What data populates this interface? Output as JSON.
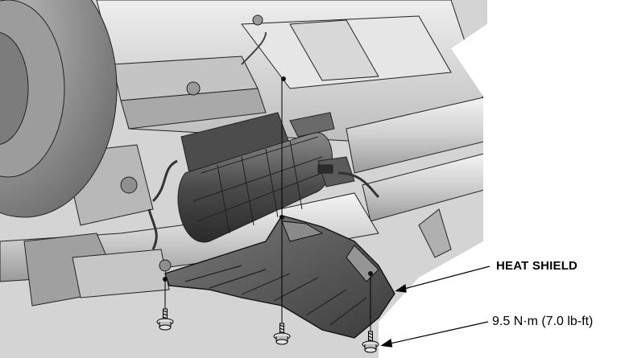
{
  "figure": {
    "callouts": {
      "heat_shield": "HEAT SHIELD",
      "torque": "9.5 N·m (7.0 lb-ft)"
    },
    "fastener_count": 3,
    "colors": {
      "line": "#000000",
      "shield_fill": "#5a5a5a",
      "background": "#ffffff",
      "body_metal": "#d6d6d6",
      "component_dark": "#3a3a3a"
    }
  }
}
